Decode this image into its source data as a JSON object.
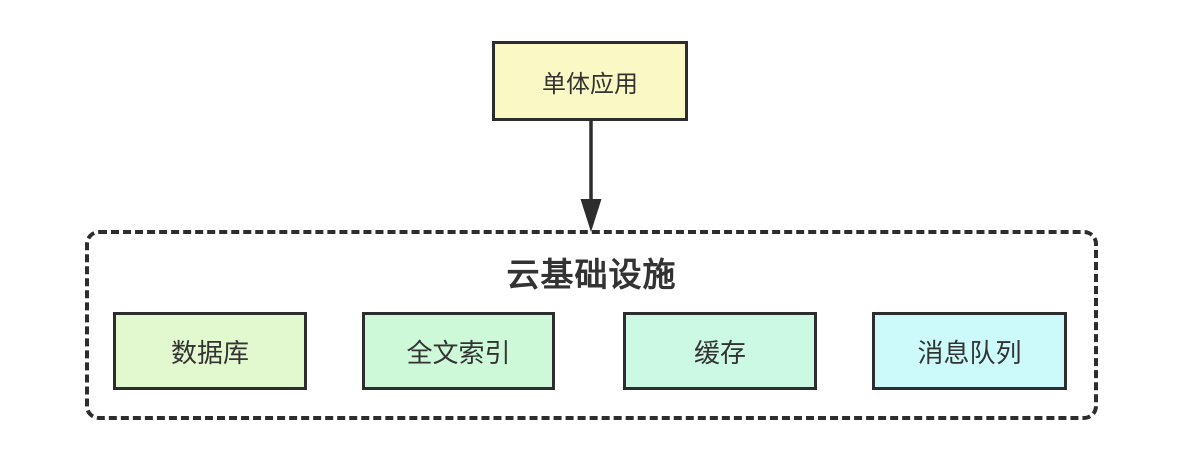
{
  "diagram": {
    "top_node": {
      "label": "单体应用",
      "fill": "#FAF9C5"
    },
    "edge": {
      "type": "arrow-down",
      "from": "单体应用",
      "to": "云基础设施"
    },
    "container": {
      "title": "云基础设施",
      "nodes": [
        {
          "label": "数据库",
          "fill": "#E2F8CF"
        },
        {
          "label": "全文索引",
          "fill": "#CDF9D8"
        },
        {
          "label": "缓存",
          "fill": "#CBF9E3"
        },
        {
          "label": "消息队列",
          "fill": "#CCFAFA"
        }
      ]
    },
    "colors": {
      "stroke": "#2D2D2D",
      "text": "#333333",
      "background": "#FFFFFF"
    }
  }
}
